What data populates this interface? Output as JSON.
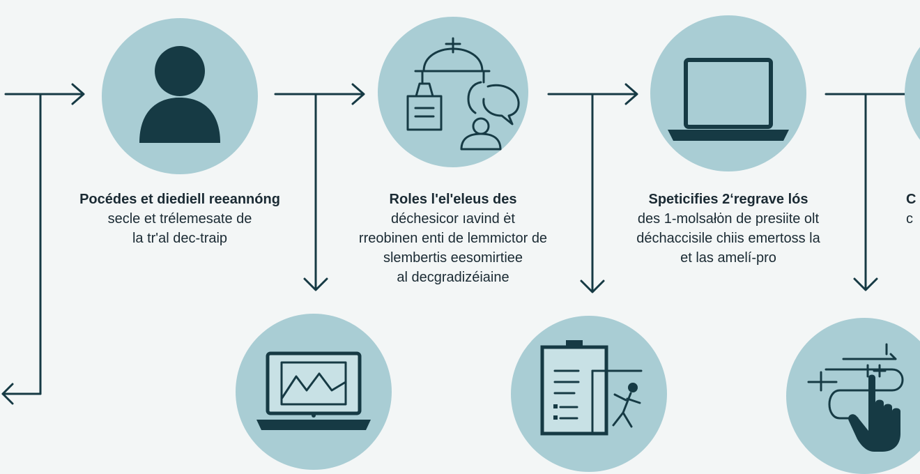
{
  "diagram": {
    "steps": [
      {
        "title": "Pocédes et diediell reeannóng",
        "lines": [
          "secle et trélemesate de",
          "la tr'al dec-traip"
        ],
        "icon": "person-icon"
      },
      {
        "title": "Roles l'el'eleus des",
        "lines": [
          "déchesicor ıavind ėt",
          "rreobinen enti de lemmictor de",
          "slembertis eesomirtiee",
          "al decgradizéiaine"
        ],
        "icon": "scale-chat-icon"
      },
      {
        "title": "Speticifies 2ʻregrave lós",
        "lines": [
          "des 1-molsałȯn de presiite olt",
          "déchaccisile chiis emertoss la",
          "et las amelí-pro"
        ],
        "icon": "laptop-icon"
      },
      {
        "title": "C",
        "lines": [
          "",
          "c"
        ],
        "icon": "partial-step-icon"
      }
    ],
    "sub_icons": [
      "monitor-chart-icon",
      "clipboard-person-icon",
      "hand-pointer-icon"
    ],
    "colors": {
      "circle": "#a9cdd4",
      "ink": "#163a44",
      "background": "#f3f6f6"
    }
  }
}
